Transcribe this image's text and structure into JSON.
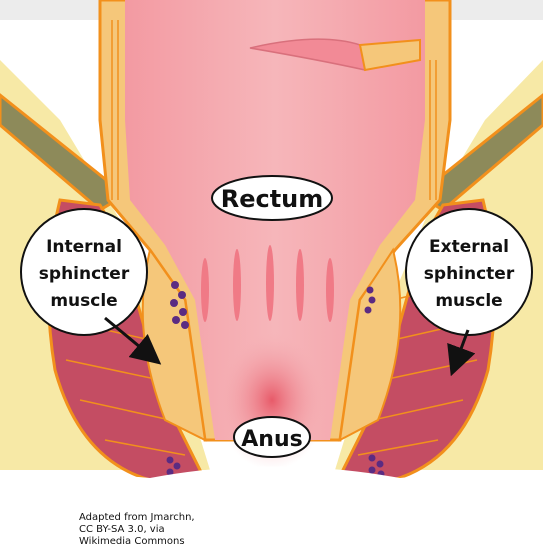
{
  "labels": {
    "rectum": "Rectum",
    "anus": "Anus",
    "internal_sphincter": [
      "Internal",
      "sphincter",
      "muscle"
    ],
    "external_sphincter": [
      "External",
      "sphincter",
      "muscle"
    ]
  },
  "credit": [
    "Adapted from Jmarchn,",
    "CC BY-SA 3.0, via",
    "Wikimedia Commons"
  ],
  "colors": {
    "fat": "#f7e9a6",
    "muscle": "#c44d63",
    "muscle_stroke": "#f2901c",
    "mucosa": "#f4a0a6",
    "lumen": "#f07a86",
    "wall": "#f5c77a",
    "gland": "#5b2b82",
    "bubble_fill": "#ffffff",
    "bubble_stroke": "#111111"
  }
}
